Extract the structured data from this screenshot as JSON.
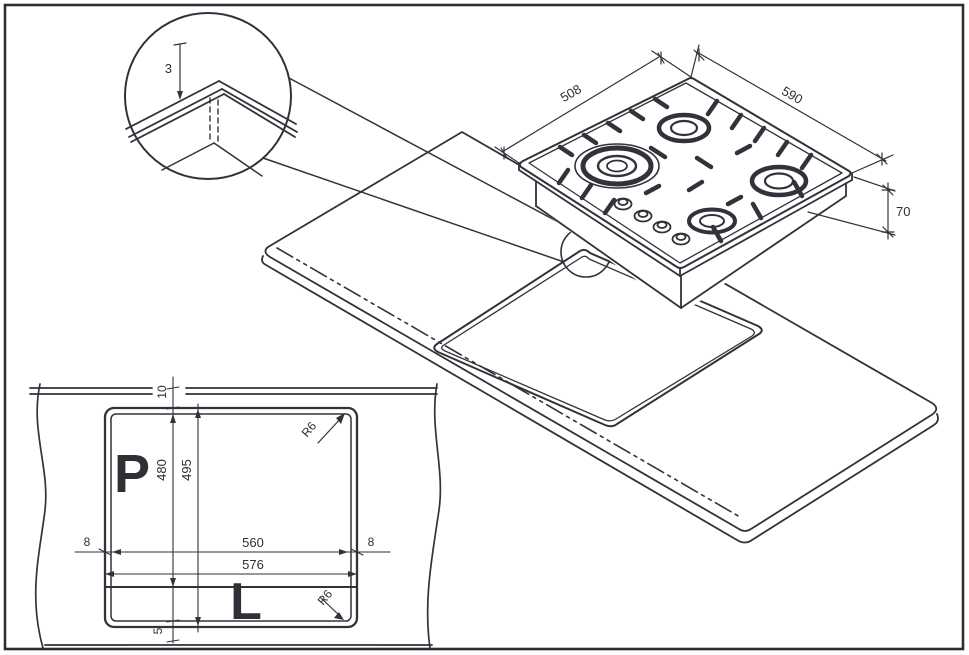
{
  "colors": {
    "line": "#32323a",
    "line_thin": "#3a3a42",
    "text": "#2f2f36",
    "background": "#ffffff"
  },
  "detail_callout": {
    "rim_height": "3"
  },
  "hob_iso": {
    "depth": "508",
    "width": "590",
    "body_height": "70"
  },
  "plan": {
    "front_clearance": "10",
    "inner_depth": "480",
    "outer_depth": "495",
    "inner_width": "560",
    "outer_width": "576",
    "edge_offset_left": "8",
    "edge_offset_right": "8",
    "rear_clearance": "5",
    "label_rear": "P",
    "label_front": "L",
    "radius_top": "R6",
    "radius_bottom": "R6"
  }
}
